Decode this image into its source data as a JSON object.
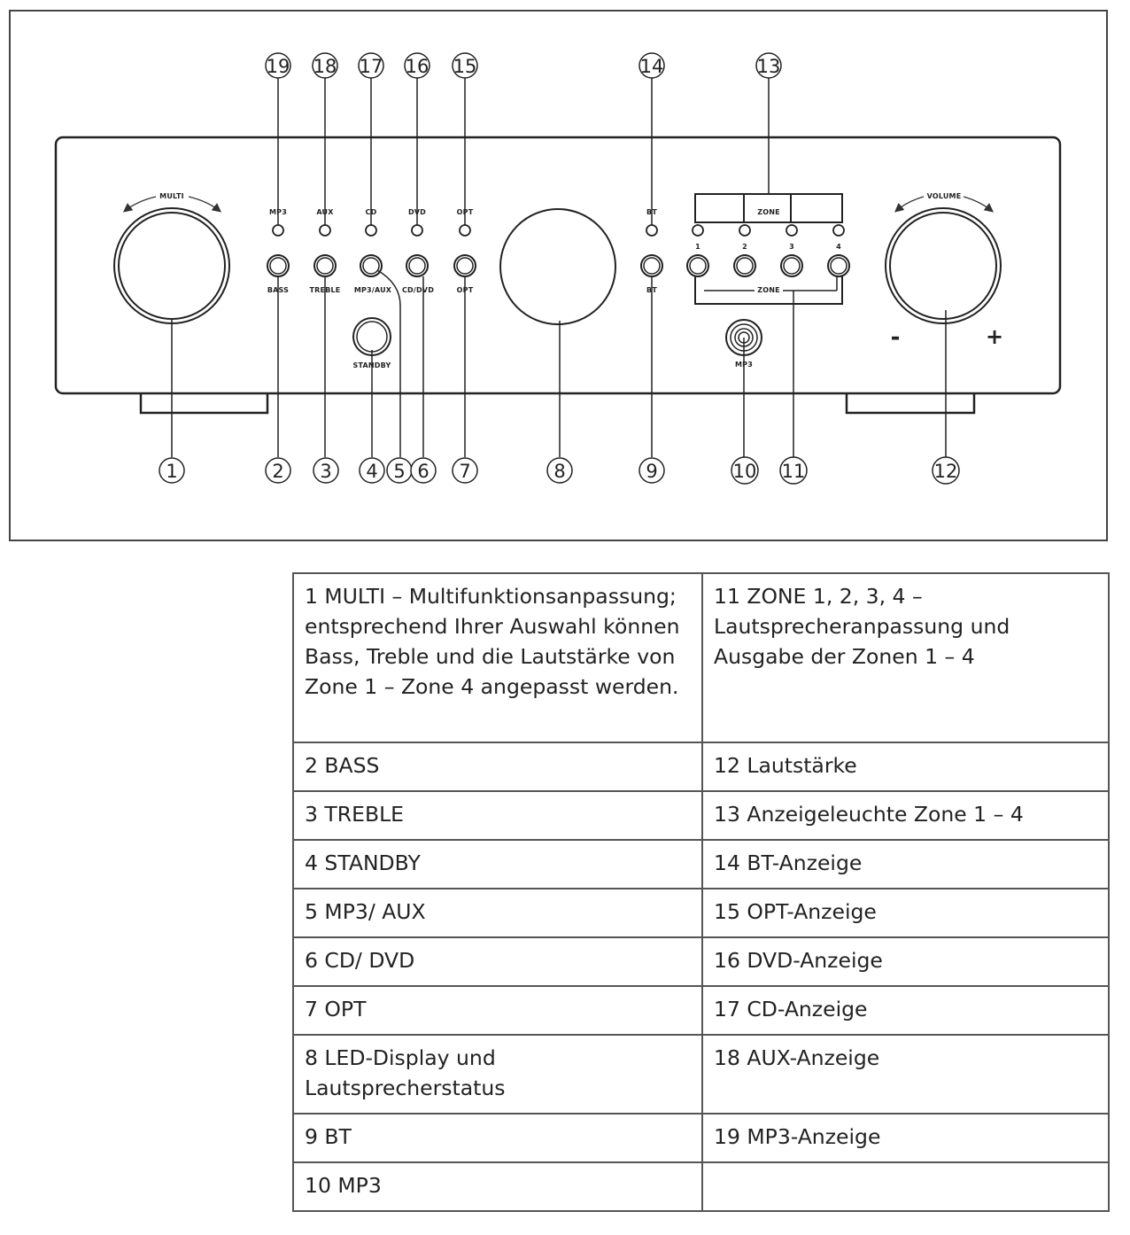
{
  "panel": {
    "labels": {
      "multi": "MULTI",
      "volume": "VOLUME",
      "mp3": "MP3",
      "aux": "AUX",
      "cd": "CD",
      "dvd": "DVD",
      "opt_top": "OPT",
      "bt_top": "BT",
      "zone_top": "ZONE",
      "zone_bottom": "ZONE",
      "zone_1": "1",
      "zone_2": "2",
      "zone_3": "3",
      "zone_4": "4",
      "bass": "BASS",
      "treble": "TREBLE",
      "mp3_aux": "MP3/AUX",
      "cd_dvd": "CD/DVD",
      "opt_bottom": "OPT",
      "bt_bottom": "BT",
      "standby": "STANDBY",
      "mp3_jack": "MP3",
      "minus": "-",
      "plus": "+"
    }
  },
  "callouts": {
    "top": [
      "19",
      "18",
      "17",
      "16",
      "15",
      "14",
      "13"
    ],
    "bottom": [
      "1",
      "2",
      "3",
      "4",
      "5",
      "6",
      "7",
      "8",
      "9",
      "10",
      "11",
      "12"
    ]
  },
  "legend": {
    "rows": [
      {
        "left": "1 MULTI – Multifunktionsanpassung; entsprechend Ihrer Auswahl können Bass, Treble und die Lautstärke von Zone 1 – Zone 4 angepasst werden.",
        "right": "11 ZONE 1, 2, 3, 4 – Lautsprecheranpassung und Ausgabe der Zonen 1 – 4"
      },
      {
        "left": "2 BASS",
        "right": "12 Lautstärke"
      },
      {
        "left": "3 TREBLE",
        "right": "13 Anzeigeleuchte Zone 1 – 4"
      },
      {
        "left": "4 STANDBY",
        "right": "14 BT-Anzeige"
      },
      {
        "left": "5 MP3/ AUX",
        "right": "15 OPT-Anzeige"
      },
      {
        "left": "6 CD/ DVD",
        "right": "16 DVD-Anzeige"
      },
      {
        "left": "7 OPT",
        "right": "17 CD-Anzeige"
      },
      {
        "left": "8 LED-Display und Lautsprecherstatus",
        "right": "18 AUX-Anzeige"
      },
      {
        "left": "9 BT",
        "right": "19 MP3-Anzeige"
      },
      {
        "left": "10 MP3",
        "right": ""
      }
    ]
  }
}
